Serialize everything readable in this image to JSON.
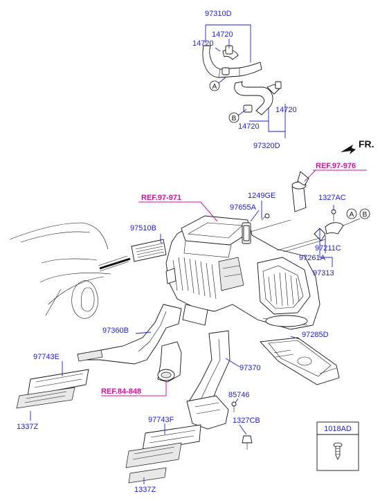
{
  "labels": {
    "p97310D": "97310D",
    "p14720_a": "14720",
    "p14720_b": "14720",
    "p14720_c": "14720",
    "p14720_d": "14720",
    "p97320D": "97320D",
    "fr": "FR.",
    "ref97976": "REF.97-976",
    "ref97971": "REF.97-971",
    "p1249GE": "1249GE",
    "p1327AC": "1327AC",
    "p97655A": "97655A",
    "p97510B": "97510B",
    "p97211C": "97211C",
    "p97261A": "97261A",
    "p97313": "97313",
    "p97285D": "97285D",
    "p97360B": "97360B",
    "p97743E": "97743E",
    "p97370": "97370",
    "ref84848": "REF.84-848",
    "p85746": "85746",
    "p1337Z_a": "1337Z",
    "p1327CB": "1327CB",
    "p97743F": "97743F",
    "p1018AD": "1018AD",
    "p1337Z_b": "1337Z"
  },
  "circle_markers": {
    "a1": "A",
    "b1": "B",
    "a2": "A",
    "b2": "B"
  },
  "colors": {
    "label_blue": "#1a1ad6",
    "ref_magenta": "#d0109c",
    "line_black": "#111111"
  }
}
